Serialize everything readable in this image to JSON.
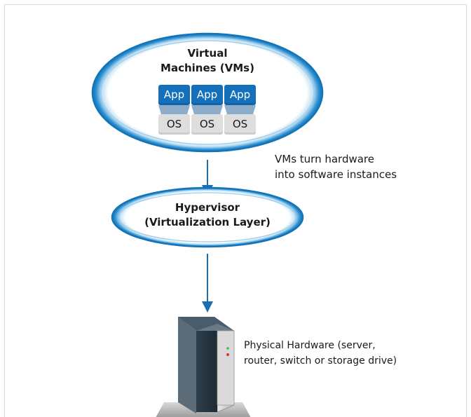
{
  "vm_ring": {
    "title_line1": "Virtual",
    "title_line2": "Machines (VMs)",
    "apps": [
      "App",
      "App",
      "App"
    ],
    "oses": [
      "OS",
      "OS",
      "OS"
    ]
  },
  "vm_note": {
    "line1": "VMs turn hardware",
    "line2": "into software instances"
  },
  "hypervisor": {
    "line1": "Hypervisor",
    "line2": "(Virtualization Layer)"
  },
  "hardware": {
    "line1": "Physical Hardware (server,",
    "line2": "router, switch or storage drive)",
    "icon": "server-tower-icon"
  },
  "colors": {
    "ring_blue": "#1a84c8",
    "arrow_blue": "#1a6fb0",
    "app_blue": "#1470bb",
    "os_gray": "#dedede"
  }
}
